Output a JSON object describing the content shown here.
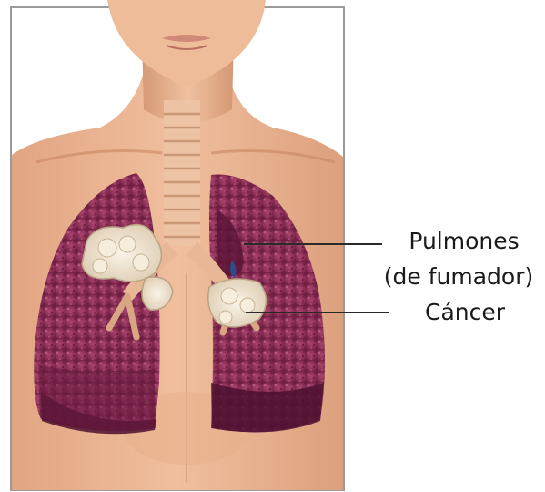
{
  "labels": {
    "lungs_line1": "Pulmones",
    "lungs_line2": "(de fumador)",
    "cancer": "Cáncer"
  },
  "colors": {
    "background": "#ffffff",
    "skin": "#e9b08e",
    "skin_shadow": "#c98763",
    "lung_tissue": "#8e3358",
    "lung_dark": "#4e1030",
    "tumor": "#efe3cf",
    "trachea": "#eec3a3",
    "leader_line": "#2a2a2a",
    "frame": "#8a8a8a"
  },
  "icons": {
    "illustration": "smoker-lungs-cancer-illustration"
  }
}
